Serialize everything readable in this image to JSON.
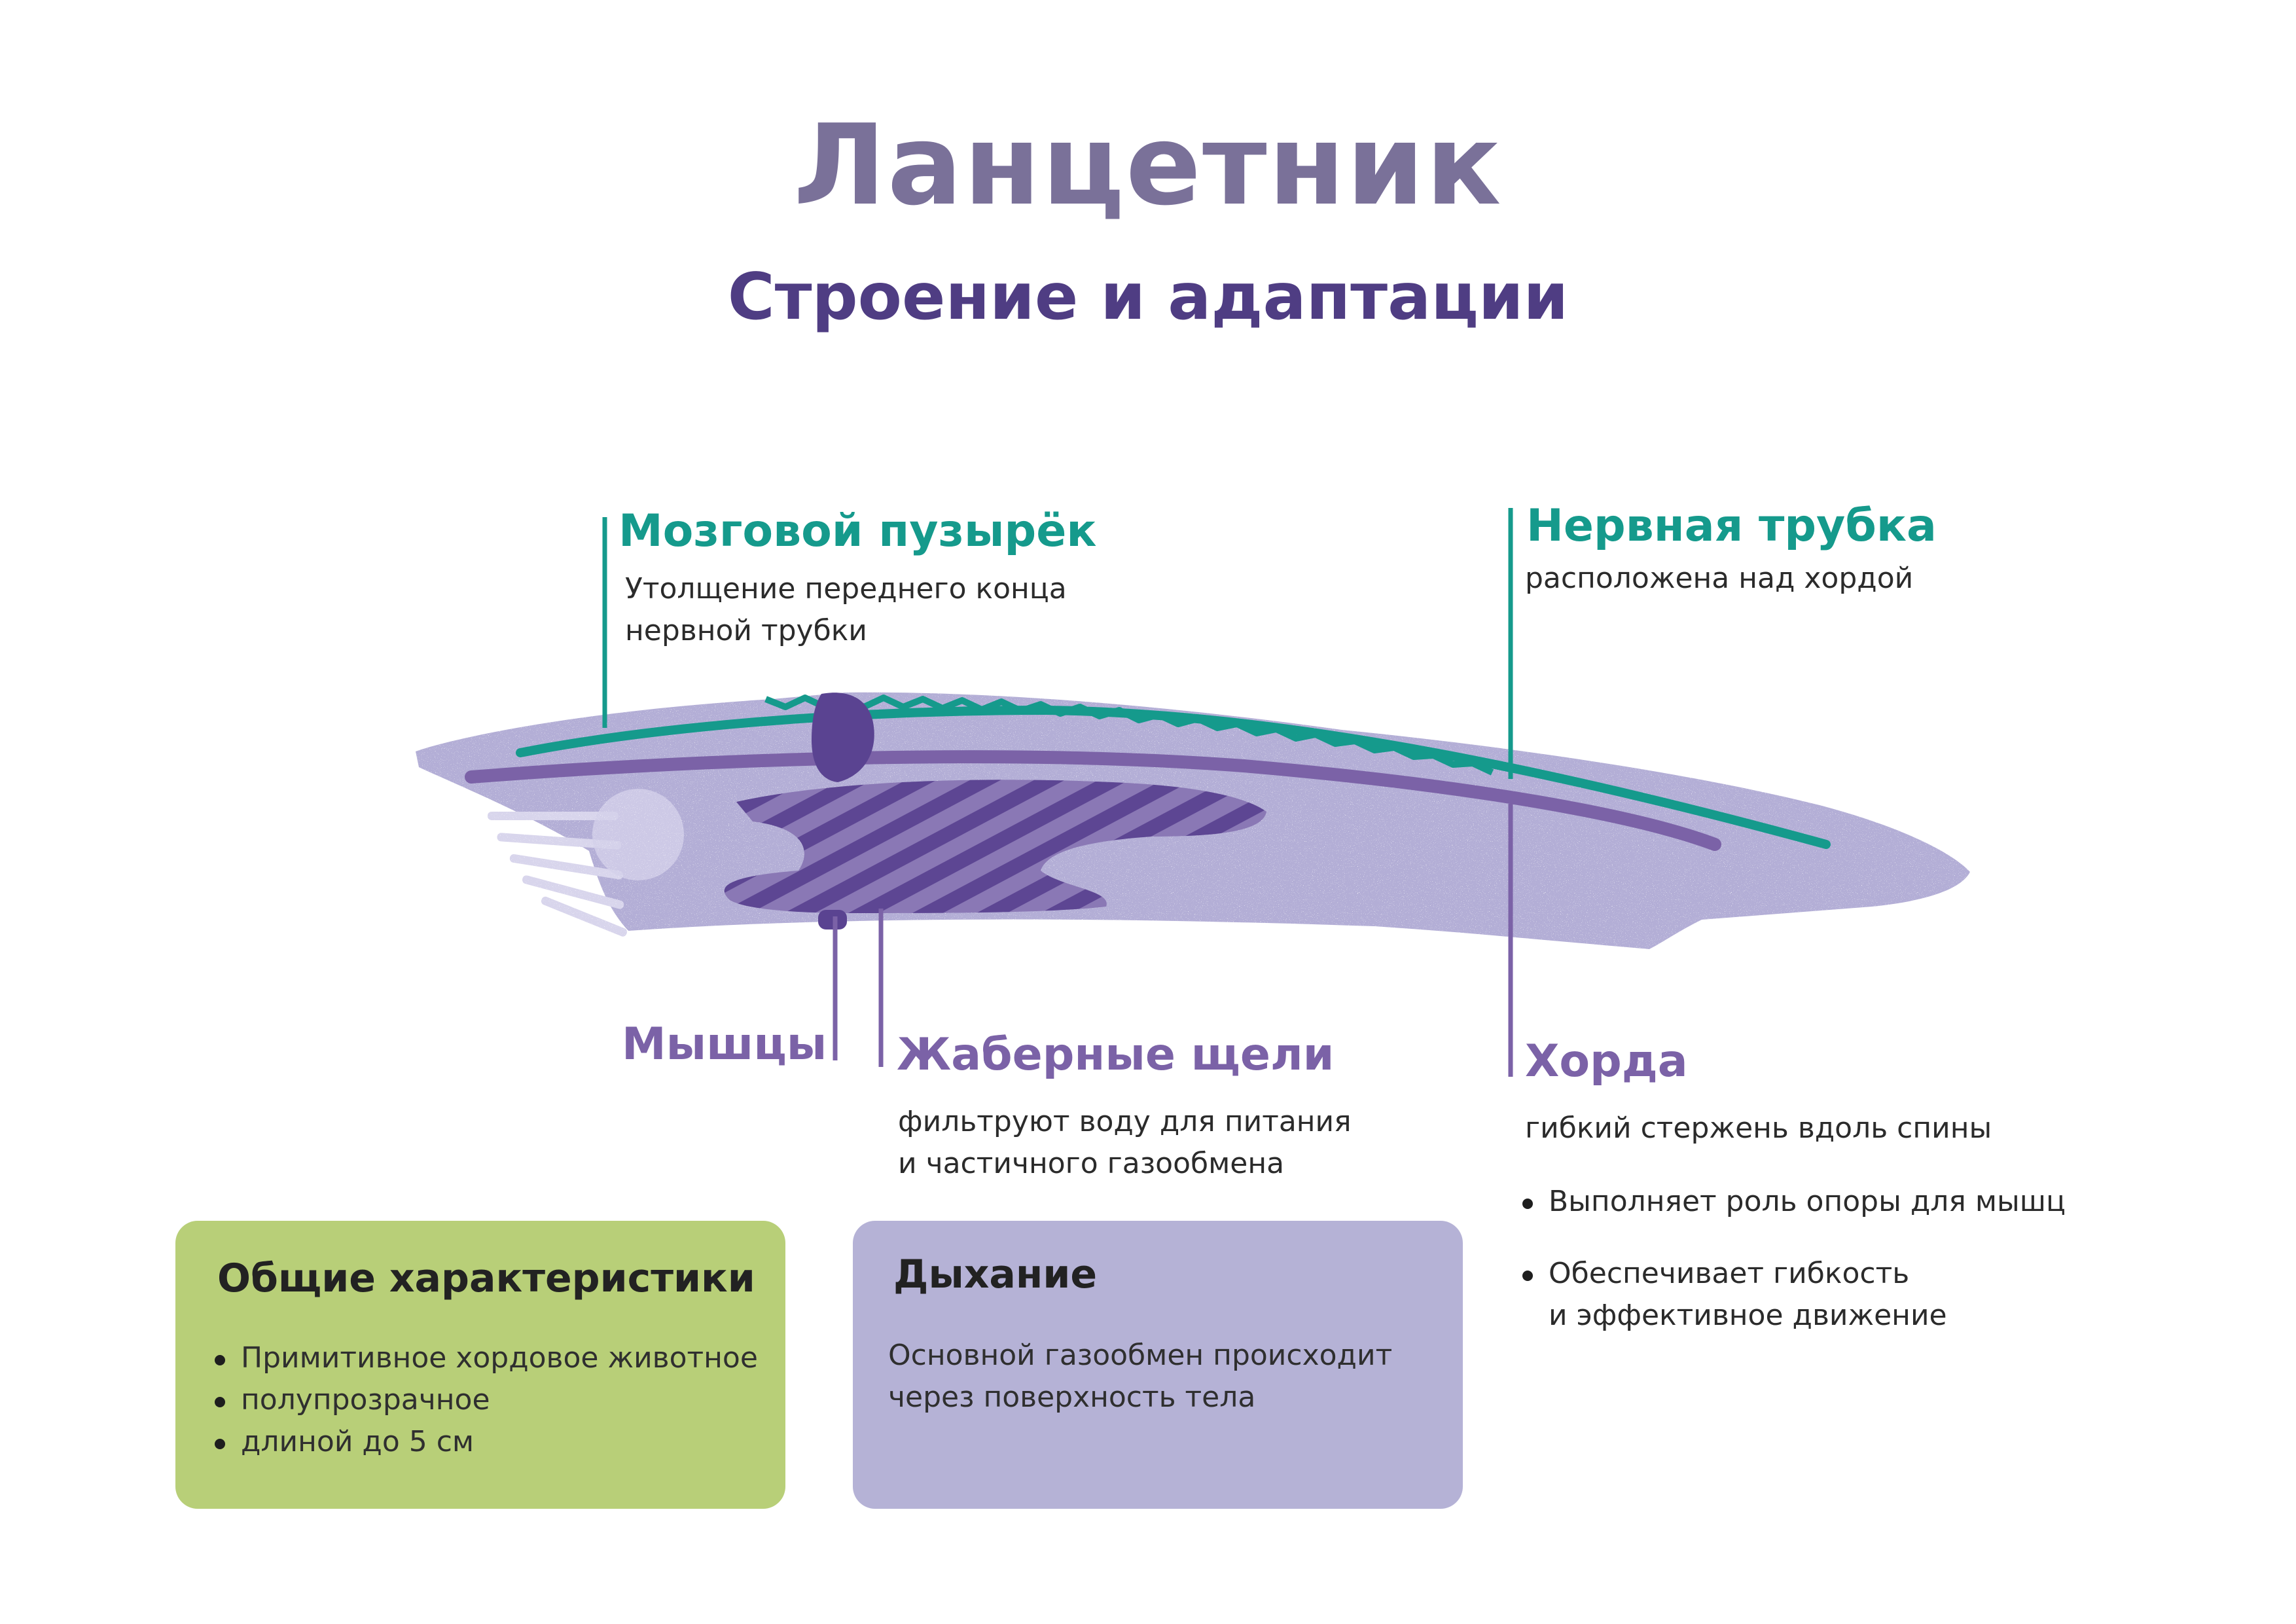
{
  "header": {
    "title": "Ланцетник",
    "subtitle": "Строение и адаптации"
  },
  "labels": {
    "brain_vesicle": {
      "title": "Мозговой пузырёк",
      "lines": [
        "Утолщение переднего конца",
        "нервной трубки"
      ]
    },
    "nerve_tube": {
      "title": "Нервная трубка",
      "lines": [
        "расположена над хордой"
      ]
    },
    "muscles": {
      "title": "Мышцы"
    },
    "gill_slits": {
      "title": "Жаберные щели",
      "lines": [
        "фильтруют воду для питания",
        "и частичного газообмена"
      ]
    },
    "notochord": {
      "title": "Хорда",
      "description": "гибкий стержень вдоль спины",
      "bullets": [
        "Выполняет роль опоры для мышц",
        "Обеспечивает гибкость",
        "и эффективное движение"
      ]
    }
  },
  "cards": {
    "general": {
      "title": "Общие характеристики",
      "items": [
        "Примитивное хордовое животное",
        "полупрозрачное",
        "длиной до 5 см"
      ]
    },
    "breathing": {
      "title": "Дыхание",
      "lines": [
        "Основной газообмен происходит",
        "через поверхность тела"
      ]
    }
  },
  "colors": {
    "title": "#7a7199",
    "subtitle": "#4f3d83",
    "teal": "#159a8c",
    "purple": "#7b62a7",
    "body": "#b3aed6",
    "card_green": "#b8cf78",
    "card_purple": "#b5b2d6"
  }
}
